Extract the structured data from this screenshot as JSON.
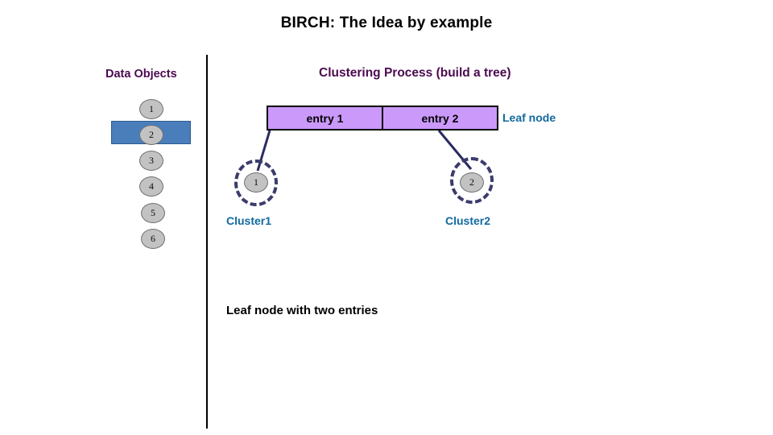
{
  "slide": {
    "title": "BIRCH: The Idea by example",
    "background_color": "#ffffff"
  },
  "left_panel": {
    "heading": "Data Objects",
    "heading_color": "#4b0a50",
    "objects": [
      {
        "label": "1"
      },
      {
        "label": "2"
      },
      {
        "label": "3"
      },
      {
        "label": "4"
      },
      {
        "label": "5"
      },
      {
        "label": "6"
      }
    ],
    "highlight": {
      "target_label": "2",
      "color": "#4a7ebb"
    }
  },
  "right_panel": {
    "heading": "Clustering Process  (build a tree)",
    "heading_color": "#4b0a50",
    "leaf_node": {
      "entries": [
        {
          "label": "entry 1"
        },
        {
          "label": "entry 2"
        }
      ],
      "annotation": "Leaf node",
      "annotation_color": "#116a9e",
      "fill_color": "#cb99fa",
      "border_color": "#000000"
    },
    "clusters": [
      {
        "label": "Cluster1",
        "member": "1"
      },
      {
        "label": "Cluster2",
        "member": "2"
      }
    ],
    "cluster_ring_color": "#3b3b6d",
    "connector_color": "#2b2b63",
    "caption": "Leaf node with two entries"
  }
}
